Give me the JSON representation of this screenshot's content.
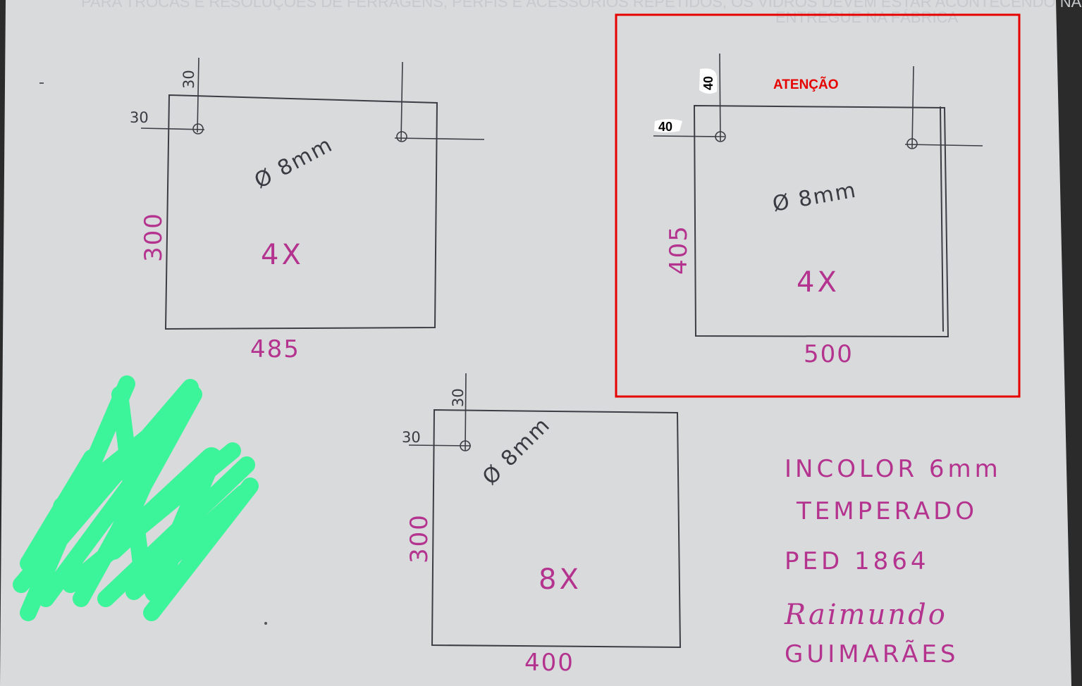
{
  "header_text": {
    "line1": "PARA TROCAS E RESOLUÇÕES DE FERRAGENS, PERFIS E ACESSÓRIOS REPETIDOS, OS VIDROS DEVEM ESTAR ACONTECENDO NA LOJA/FÁBRICA.",
    "line2": "ENTREGUE NA FÁBRICA"
  },
  "panel_1": {
    "offset_top": "30",
    "offset_left": "30",
    "hole_note": "Ø 8mm",
    "quantity": "4X",
    "height": "300",
    "width": "485"
  },
  "panel_2": {
    "offset_top": "40",
    "offset_left": "40",
    "attention": "ATENÇÃO",
    "hole_note": "Ø 8mm",
    "quantity": "4X",
    "height": "405",
    "width": "500"
  },
  "panel_3": {
    "offset_top": "30",
    "offset_left": "30",
    "hole_note": "Ø 8mm",
    "quantity": "8X",
    "height": "300",
    "width": "400"
  },
  "notes": {
    "glass": "INCOLOR 6mm",
    "treatment": "TEMPERADO",
    "order": "PED 1864",
    "client_first": "Raimundo",
    "client_last": "GUIMARÃES"
  },
  "colors": {
    "paper": "#d9dadc",
    "ink": "#3d3d45",
    "magenta": "#b4338f",
    "highlight_box": "#e60000",
    "redaction": "#3cf49a"
  }
}
